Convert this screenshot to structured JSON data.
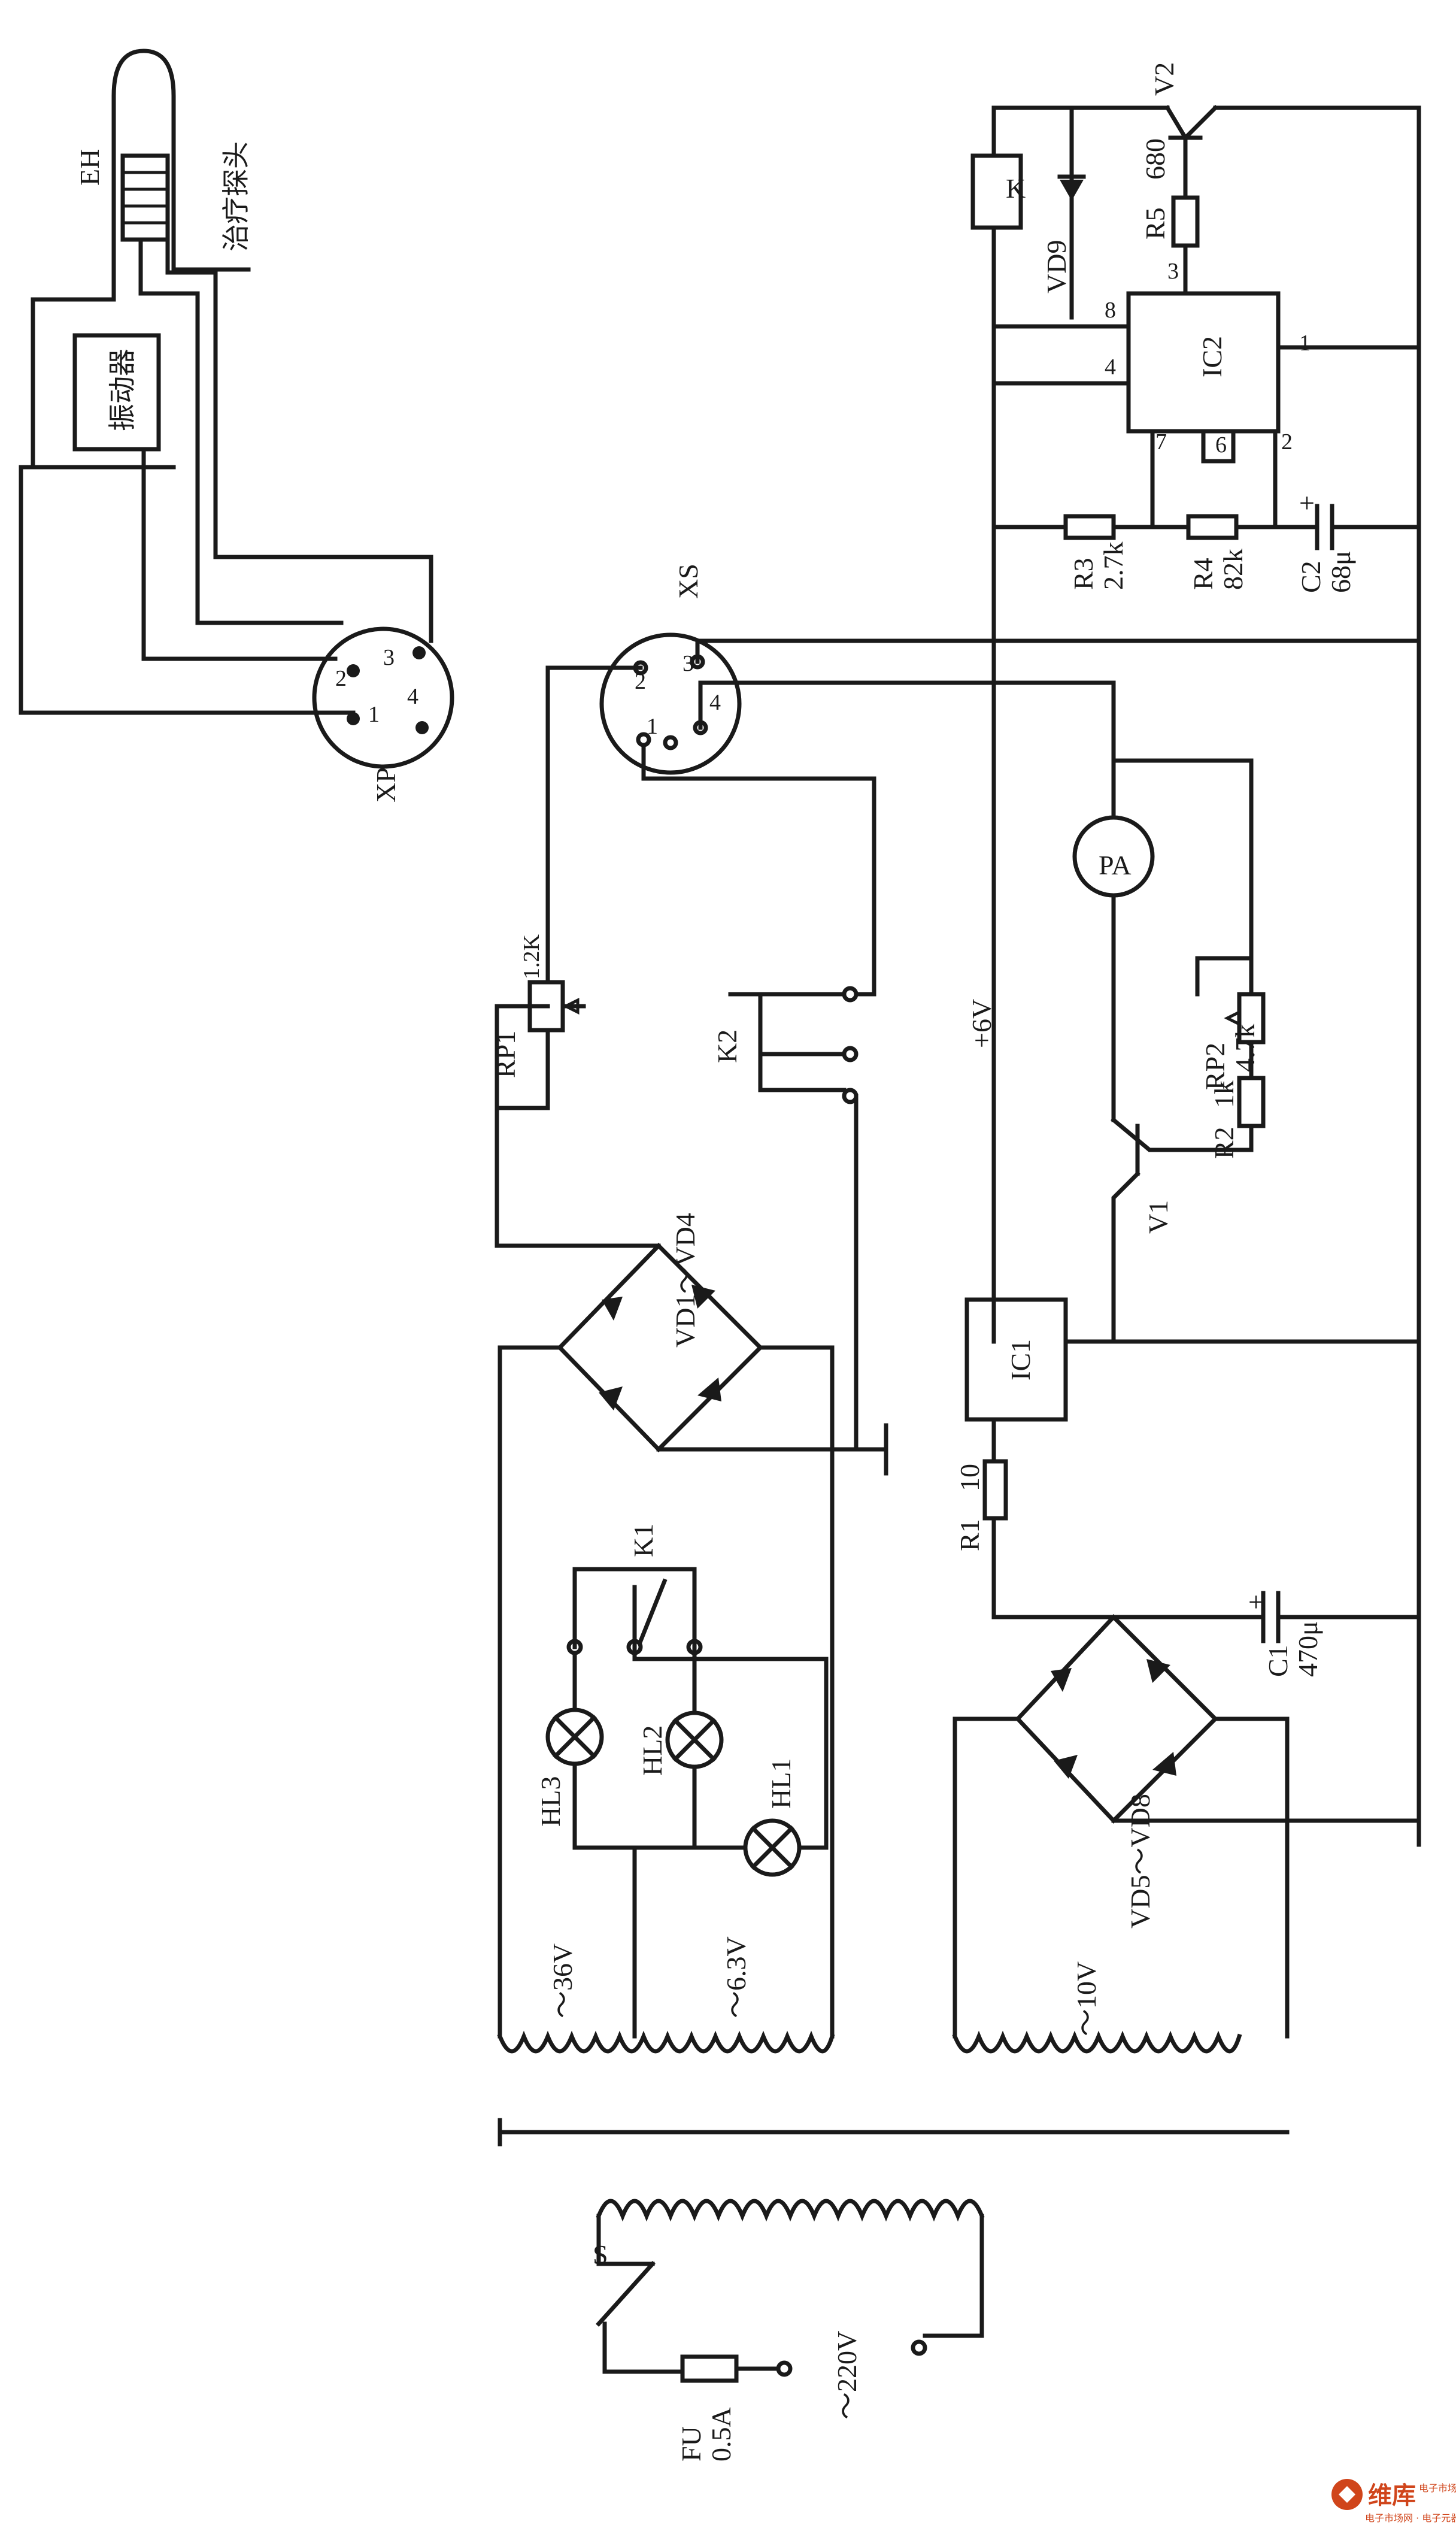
{
  "probe": {
    "eh": "EH",
    "probe_name": "治疗探头",
    "vibrator": "振动器"
  },
  "connectors": {
    "xp": {
      "name": "XP",
      "pins": [
        "1",
        "2",
        "3",
        "4"
      ]
    },
    "xs": {
      "name": "XS",
      "pins": [
        "1",
        "2",
        "3",
        "4"
      ]
    }
  },
  "components": {
    "rp1": {
      "ref": "RP1",
      "value": "1.2K"
    },
    "k2": {
      "ref": "K2"
    },
    "k1": {
      "ref": "K1"
    },
    "bridge_upper": {
      "ref": "VD1～VD4"
    },
    "bridge_lower": {
      "ref": "VD5～VD8"
    },
    "hl1": {
      "ref": "HL1"
    },
    "hl2": {
      "ref": "HL2"
    },
    "hl3": {
      "ref": "HL3"
    },
    "v1": {
      "ref": "V1"
    },
    "v2": {
      "ref": "V2"
    },
    "pa": {
      "ref": "PA"
    },
    "rp2": {
      "ref": "RP2",
      "value": "4.7k"
    },
    "r2": {
      "ref": "R2",
      "value": "1k"
    },
    "ic1": {
      "ref": "IC1"
    },
    "ic2": {
      "ref": "IC2",
      "pins": [
        "1",
        "2",
        "3",
        "4",
        "6",
        "7",
        "8"
      ]
    },
    "r1": {
      "ref": "R1",
      "value": "10"
    },
    "c1": {
      "ref": "C1",
      "value": "470μ",
      "polarity": "+"
    },
    "r3": {
      "ref": "R3",
      "value": "2.7k"
    },
    "r4": {
      "ref": "R4",
      "value": "82k"
    },
    "c2": {
      "ref": "C2",
      "value": "68μ",
      "polarity": "+"
    },
    "r5": {
      "ref": "R5",
      "value": "680"
    },
    "vd9": {
      "ref": "VD9"
    },
    "k": {
      "ref": "K"
    },
    "fu": {
      "ref": "FU",
      "value": "0.5A"
    },
    "s": {
      "ref": "S"
    }
  },
  "rails": {
    "v6": "+6V",
    "mains": "～220V",
    "sec36": "～36V",
    "sec63": "～6.3V",
    "sec10": "～10V"
  },
  "watermark": {
    "brand": "维库",
    "sub": "电子市场网",
    "tag": "电子市场网 · 电子元器件交易网"
  }
}
